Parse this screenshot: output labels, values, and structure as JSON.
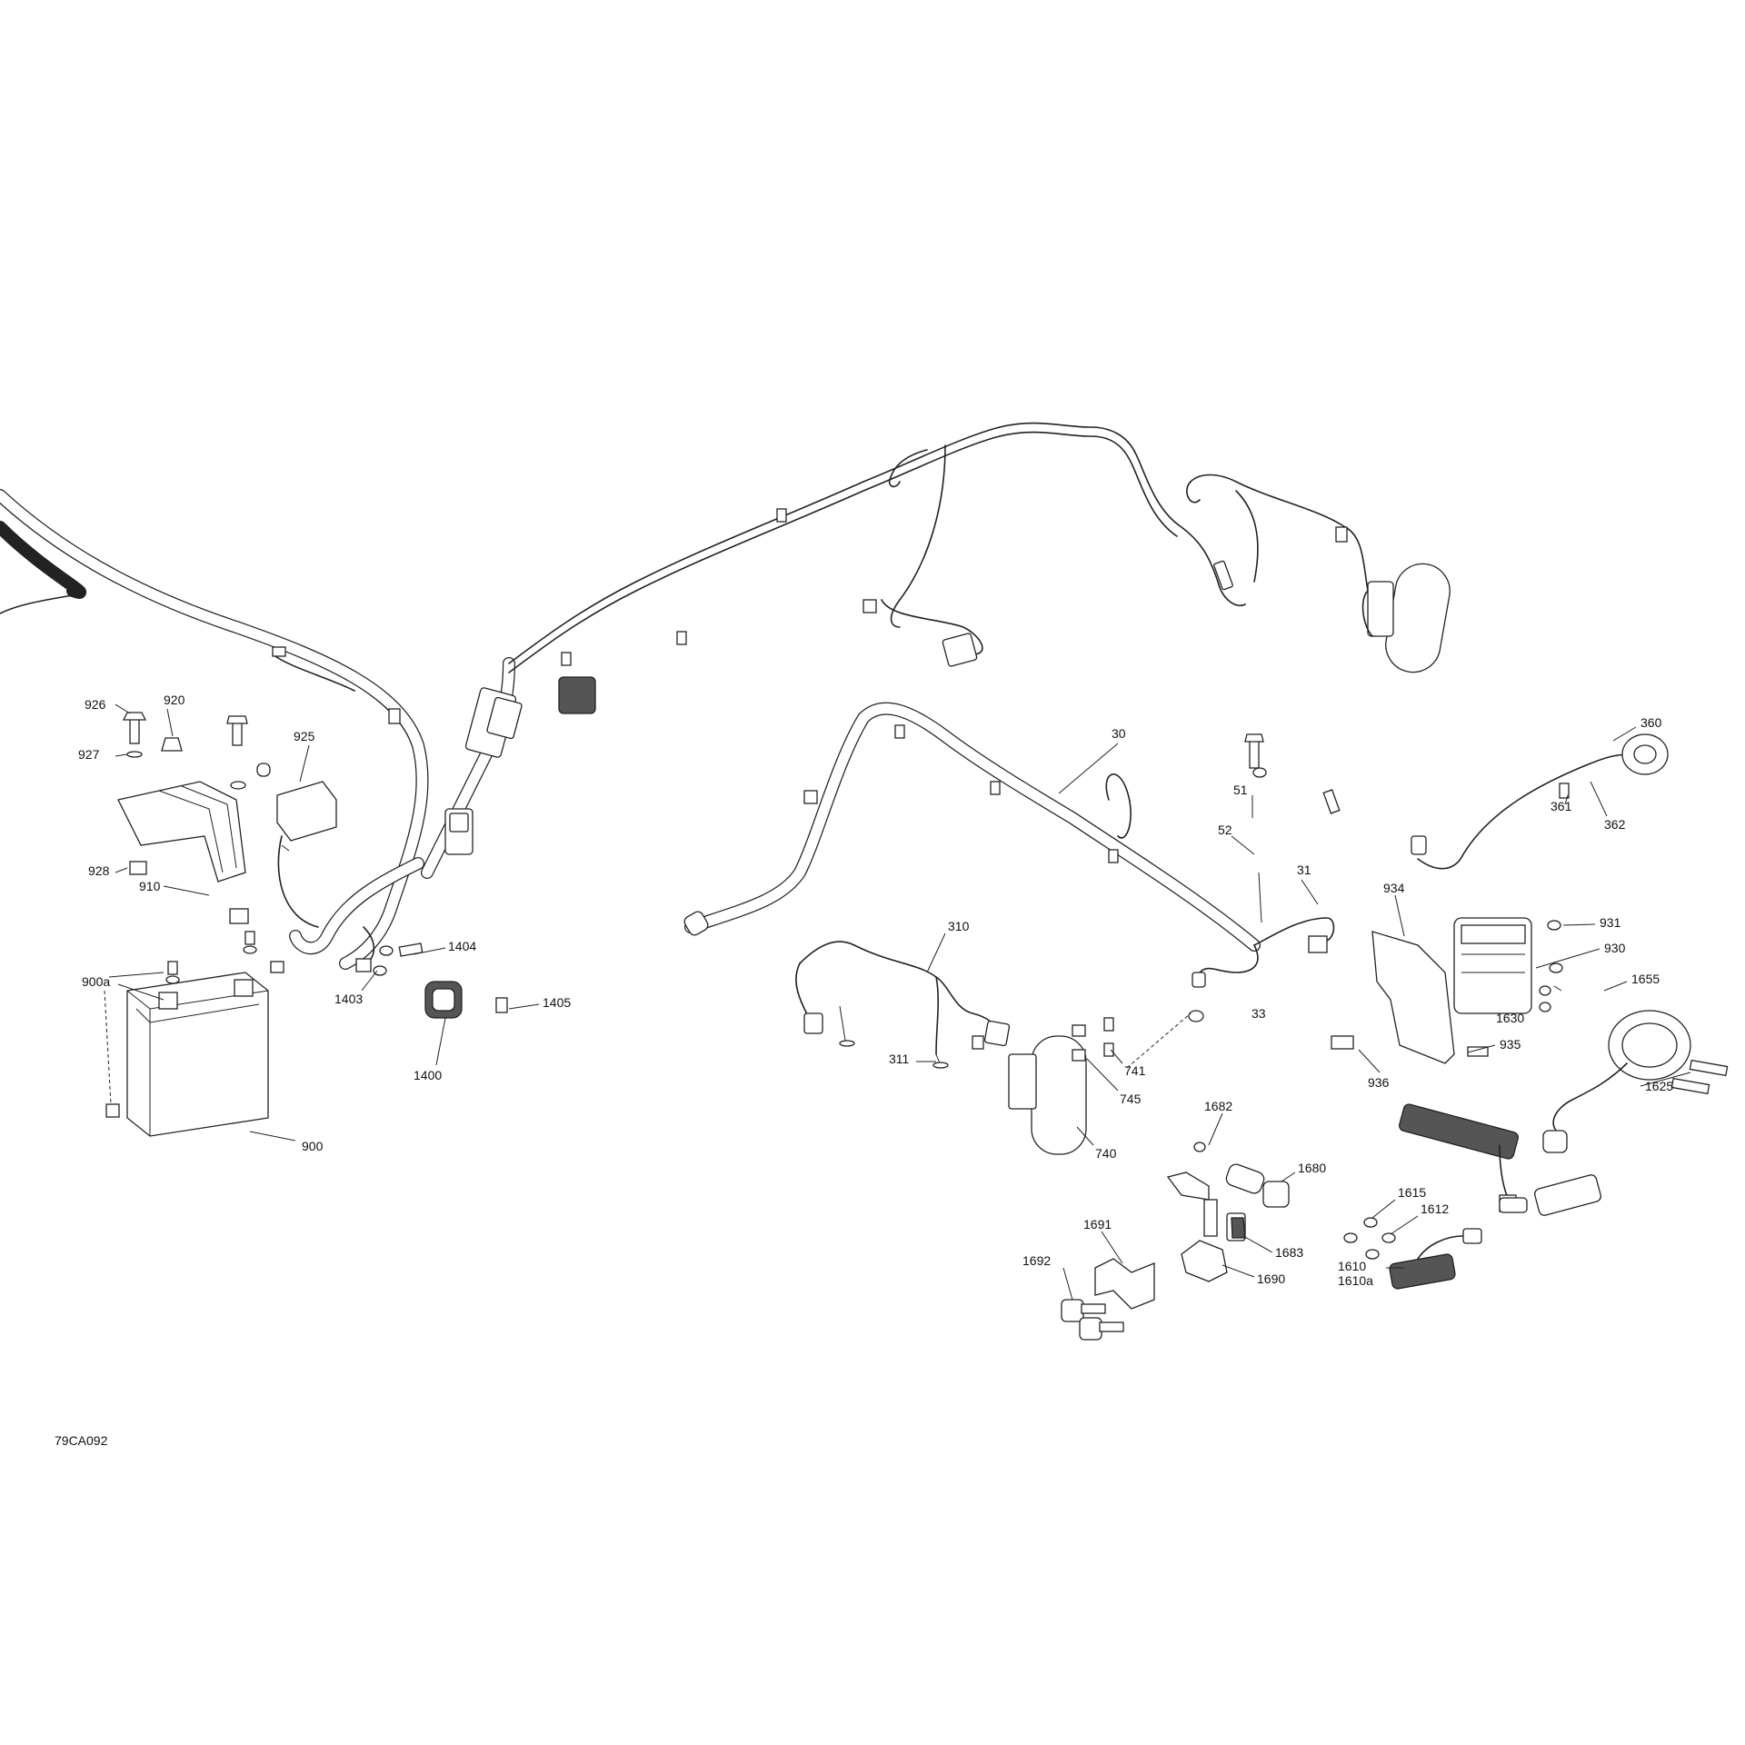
{
  "diagram_code": "79CA092",
  "callouts": {
    "c926": "926",
    "c920": "920",
    "c927": "927",
    "c925": "925",
    "c928": "928",
    "c910": "910",
    "c900a": "900a",
    "c900": "900",
    "c1404": "1404",
    "c1403": "1403",
    "c1405": "1405",
    "c1400": "1400",
    "c30": "30",
    "c31": "31",
    "c33": "33",
    "c51": "51",
    "c52": "52",
    "c310": "310",
    "c311": "311",
    "c360": "360",
    "c361": "361",
    "c362": "362",
    "c741": "741",
    "c745": "745",
    "c740": "740",
    "c934": "934",
    "c931": "931",
    "c930": "930",
    "c936": "936",
    "c935": "935",
    "c1655": "1655",
    "c1630": "1630",
    "c1625": "1625",
    "c1682": "1682",
    "c1680": "1680",
    "c1683": "1683",
    "c1690": "1690",
    "c1691": "1691",
    "c1692": "1692",
    "c1615": "1615",
    "c1612": "1612",
    "c1610": "1610",
    "c1610a": "1610a"
  }
}
